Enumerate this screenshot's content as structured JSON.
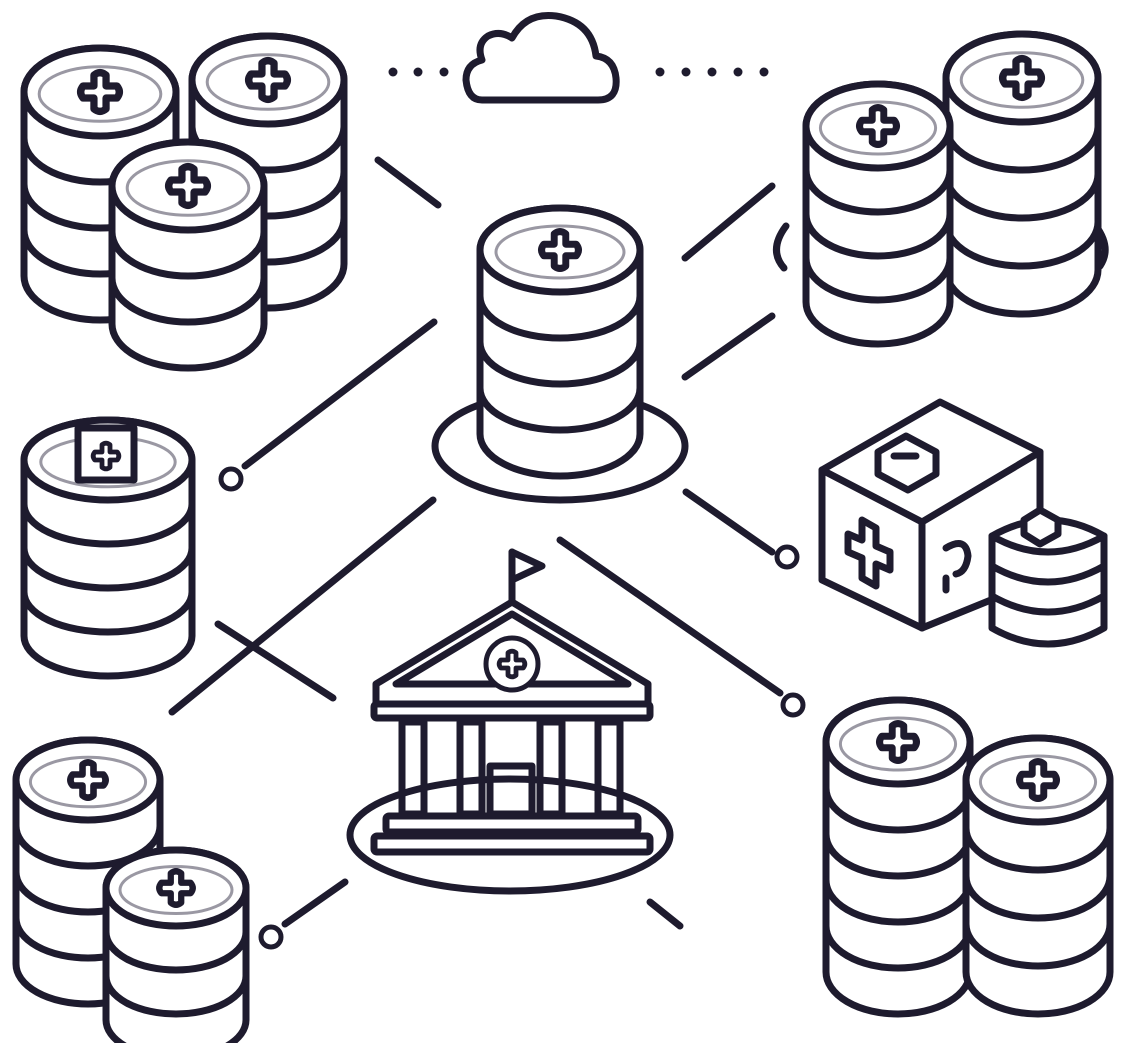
{
  "diagram": {
    "style": "line-art icon illustration",
    "colors": {
      "ink": "#1e1b2e",
      "background": "#ffffff",
      "inner_rim": "#9a98a3"
    },
    "nodes": [
      {
        "id": "db-cluster-top-left",
        "icon": "database-stack-icon",
        "count": 3
      },
      {
        "id": "cloud",
        "icon": "cloud-icon"
      },
      {
        "id": "db-cluster-top-right",
        "icon": "database-stack-icon",
        "count": 2
      },
      {
        "id": "central-database",
        "icon": "database-icon"
      },
      {
        "id": "db-single-left",
        "icon": "database-icon"
      },
      {
        "id": "medical-box-cluster",
        "icon": "medical-box-icon"
      },
      {
        "id": "institution-building",
        "icon": "bank-building-icon"
      },
      {
        "id": "db-cluster-bottom-left",
        "icon": "database-stack-icon",
        "count": 2
      },
      {
        "id": "db-cluster-bottom-right",
        "icon": "database-stack-icon",
        "count": 2
      }
    ],
    "connectors": [
      "top-left-to-central",
      "central-to-top-right",
      "central-to-right",
      "left-node-to-central",
      "central-to-medical-box",
      "central-to-bottom-left",
      "building-to-bottom-right",
      "left-to-building",
      "building-to-bottom-left",
      "building-to-bottom-right-short"
    ]
  }
}
